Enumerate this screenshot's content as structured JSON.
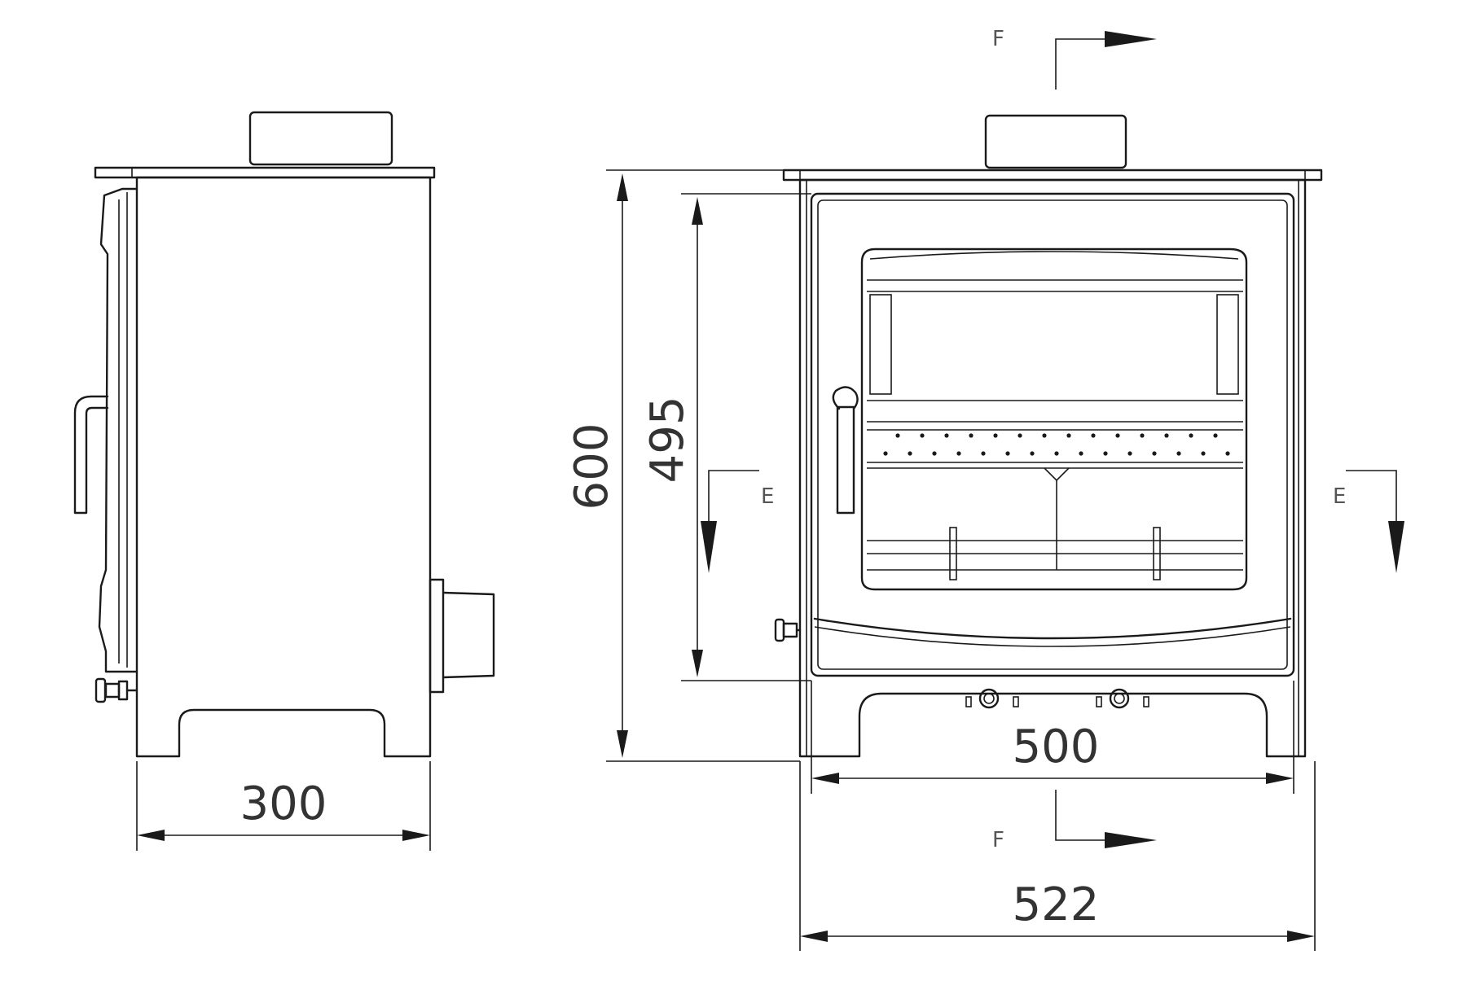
{
  "dimensions": {
    "side_depth": "300",
    "overall_height": "600",
    "body_height": "495",
    "body_width": "500",
    "overall_width": "522"
  },
  "section_marks": {
    "top_f": "F",
    "bottom_f": "F",
    "left_e": "E",
    "right_e": "E"
  }
}
